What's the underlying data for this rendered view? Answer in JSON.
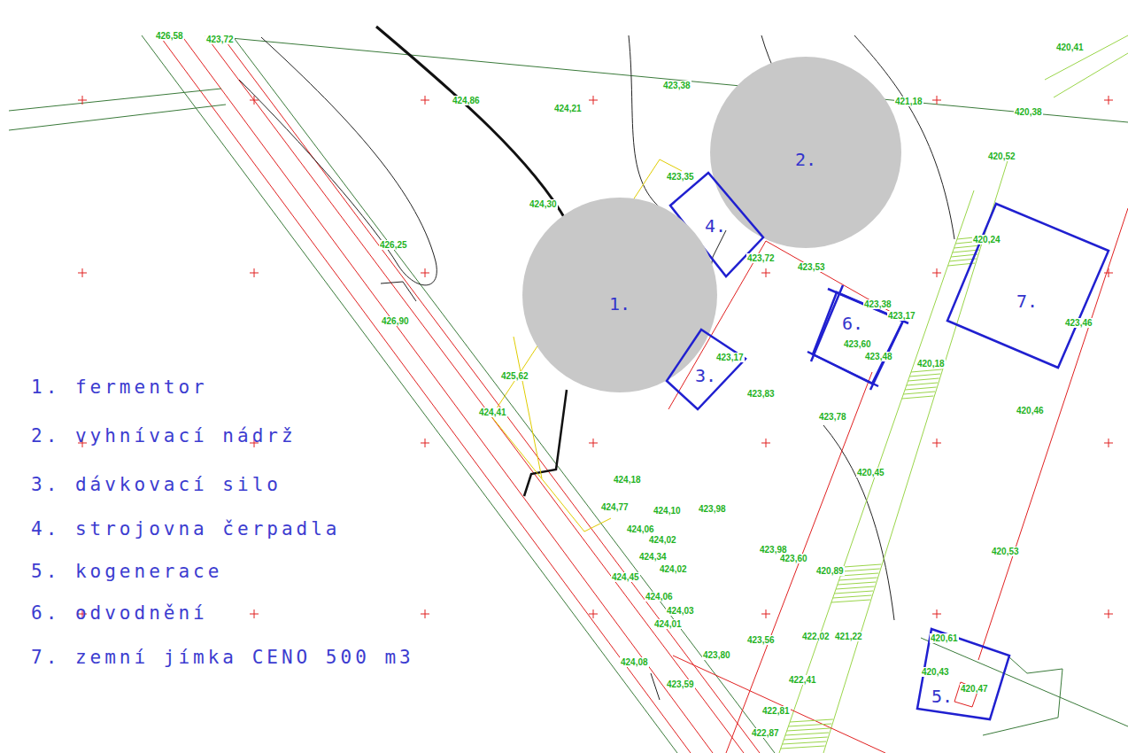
{
  "diagram": {
    "nodes": [
      {
        "text": [
          "2."
        ]
      },
      {
        "text": [
          "4."
        ]
      },
      {
        "text": [
          "1."
        ]
      },
      {
        "text": [
          "7."
        ]
      },
      {
        "text": [
          "6."
        ]
      },
      {
        "text": [
          "3."
        ]
      },
      {
        "text": [
          "5."
        ]
      }
    ],
    "labels": [
      "426,58",
      "423,72",
      "420,41",
      "423,38",
      "424,86",
      "424,21",
      "421,18",
      "420,38",
      "420,52",
      "423,35",
      "424,30",
      "426,25",
      "420,24",
      "423,72",
      "423,53",
      "426,90",
      "423,38",
      "423,17",
      "423,46",
      "423,60",
      "423,48",
      "423,17",
      "420,18",
      "425,62",
      "423,83",
      "424,41",
      "420,46",
      "423,78",
      "420,45",
      "424,18",
      "424,77",
      "424,10",
      "423,98",
      "424,06",
      "424,02",
      "423,98",
      "420,53",
      "424,34",
      "423,60",
      "424,02",
      "420,89",
      "424,45",
      "424,06",
      "424,03",
      "424,01",
      "420,61",
      "423,56",
      "422,02",
      "421,22",
      "423,80",
      "424,08",
      "420,43",
      "422,41",
      "423,59",
      "420,47",
      "422,81",
      "422,87",
      "1. fermentor",
      "2. vyhnívací nádrž",
      "3. dávkovací silo",
      "4. strojovna čerpadla",
      "5. kogenerace",
      "6. odvodnění",
      "7. zemní jímka CENO 500 m3"
    ]
  }
}
